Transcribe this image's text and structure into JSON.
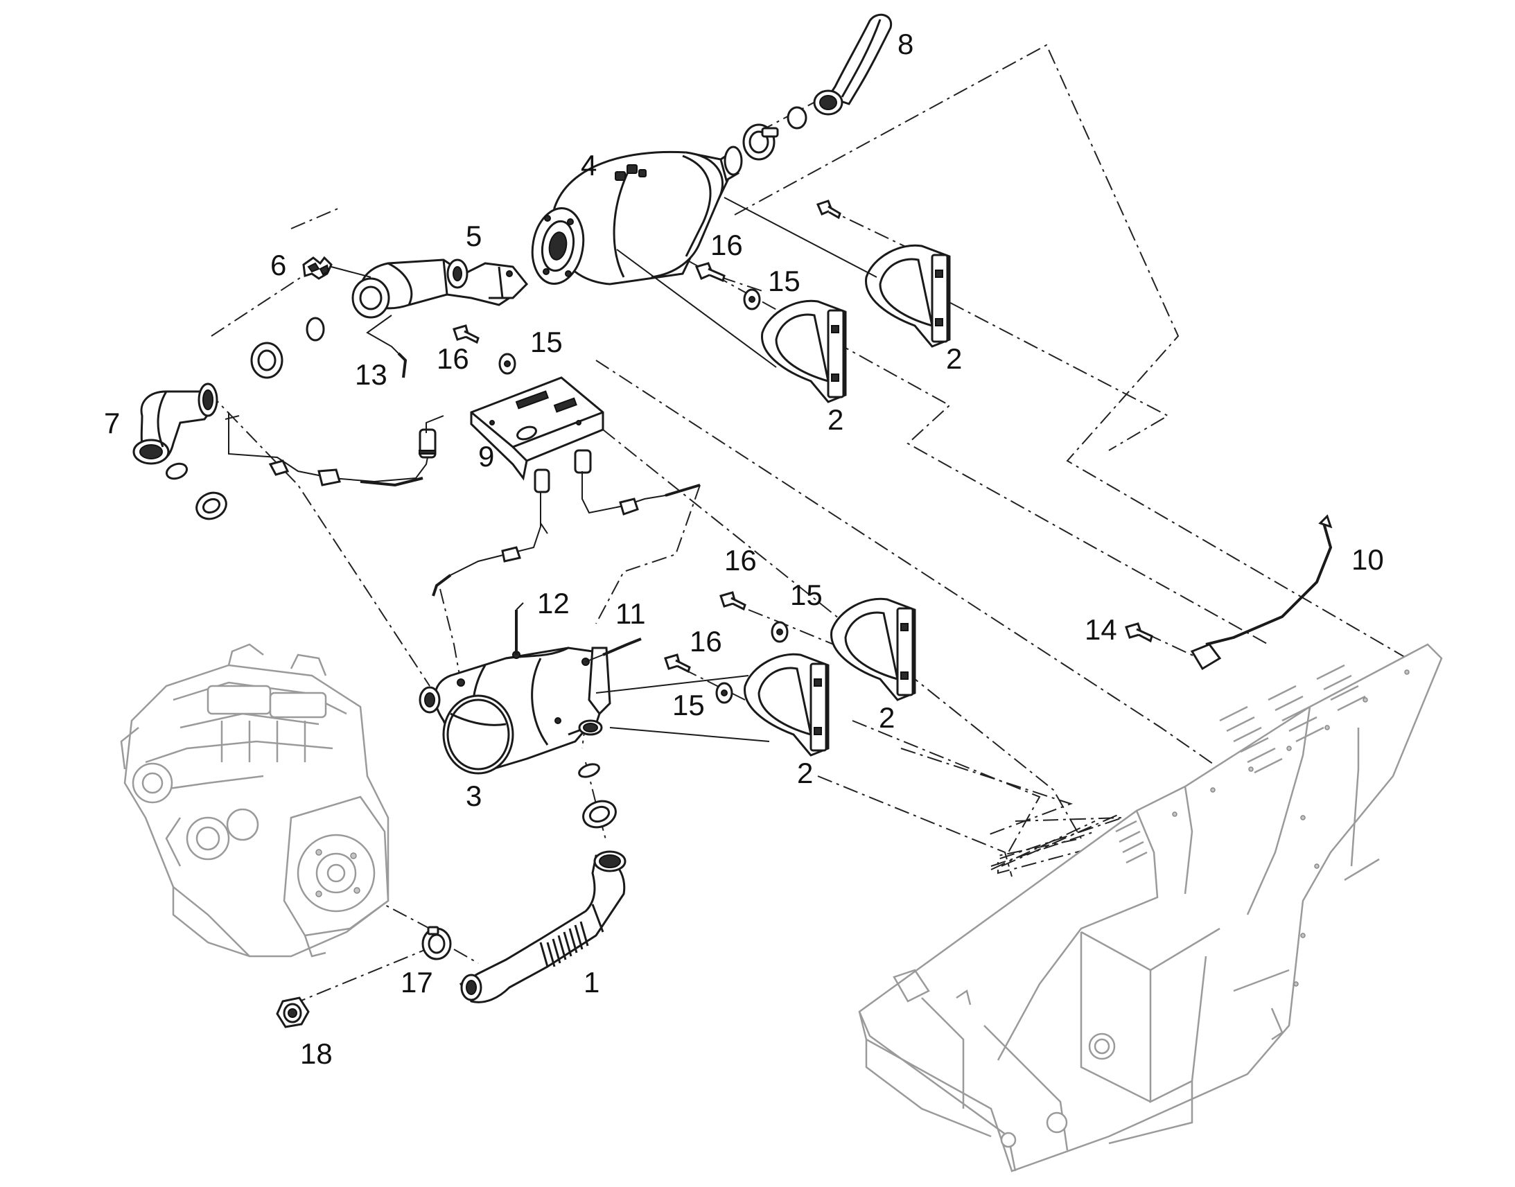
{
  "callouts": {
    "c1": "1",
    "c2a": "2",
    "c2b": "2",
    "c2c": "2",
    "c2d": "2",
    "c3": "3",
    "c4": "4",
    "c5": "5",
    "c6": "6",
    "c7": "7",
    "c8": "8",
    "c9": "9",
    "c10": "10",
    "c11": "11",
    "c12": "12",
    "c13": "13",
    "c14": "14",
    "c15a": "15",
    "c15b": "15",
    "c15c": "15",
    "c15d": "15",
    "c16a": "16",
    "c16b": "16",
    "c16c": "16",
    "c16d": "16",
    "c17": "17",
    "c18": "18"
  }
}
